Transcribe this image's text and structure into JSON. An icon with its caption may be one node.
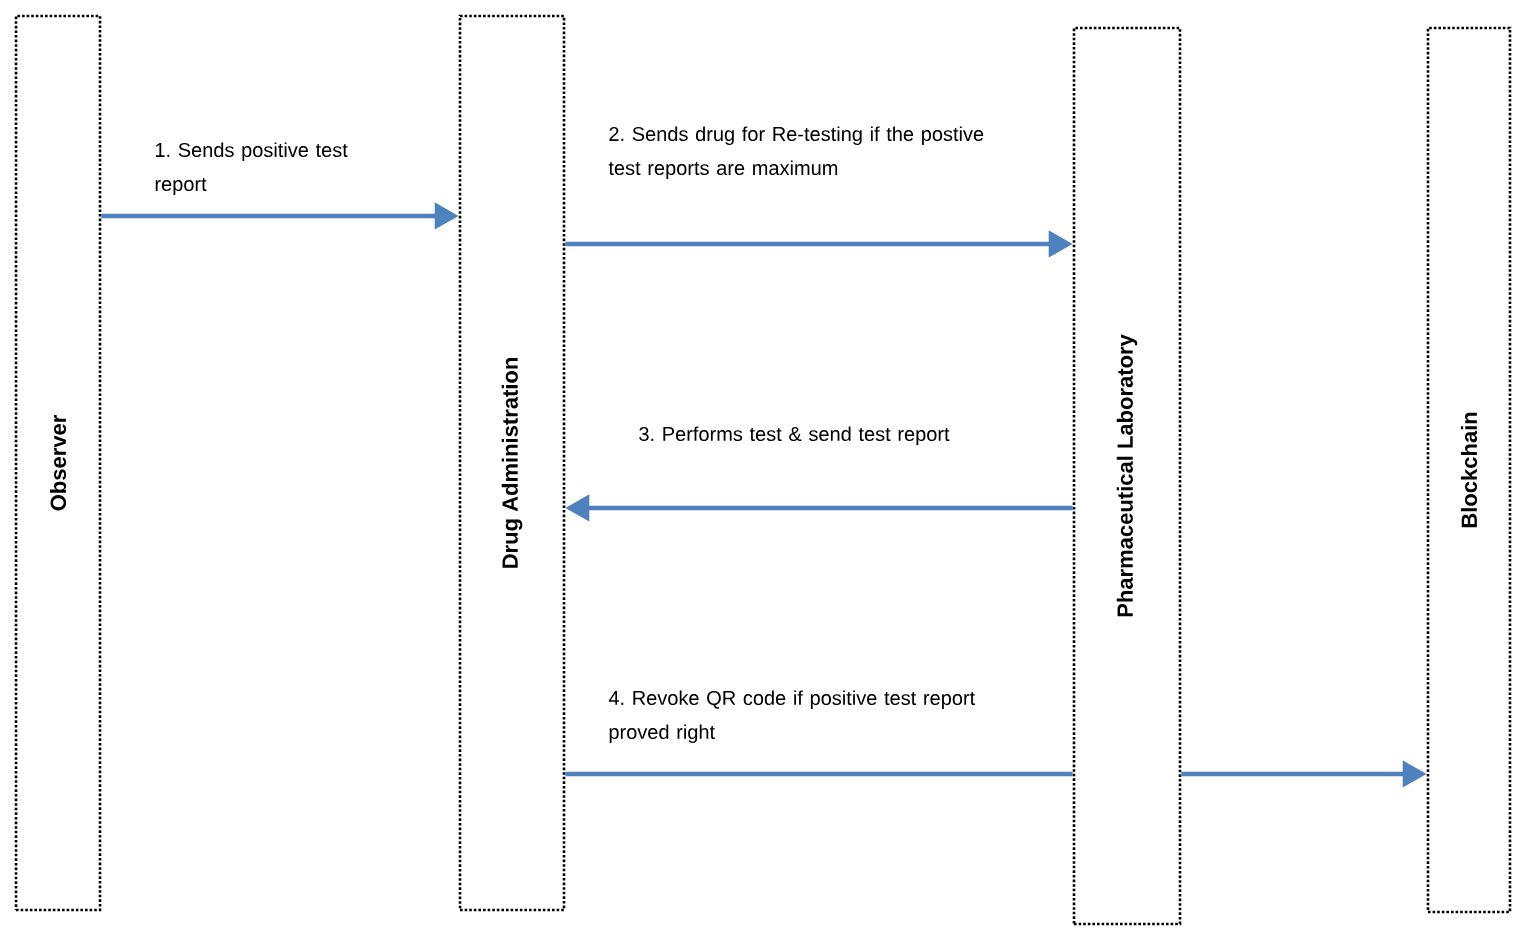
{
  "diagram": {
    "nodes": [
      {
        "text": [
          "Observer"
        ]
      },
      {
        "text": [
          "Drug Administration"
        ]
      },
      {
        "text": [
          "Pharmaceutical Laboratory"
        ]
      },
      {
        "text": [
          "Blockchain"
        ]
      }
    ],
    "edges": [
      {
        "from": 0,
        "to": 1,
        "arrow": "to",
        "label": "1. Sends positive test report"
      },
      {
        "from": 1,
        "to": 2,
        "arrow": "to",
        "label": "2. Sends drug for Re-testing if the postive test reports are maximum"
      },
      {
        "from": 2,
        "to": 1,
        "arrow": "to",
        "label": "3. Performs test & send test report"
      },
      {
        "from": 1,
        "to": 2,
        "arrow": "none",
        "label": "4. Revoke QR code if positive test report proved right"
      },
      {
        "from": 2,
        "to": 3,
        "arrow": "to"
      }
    ]
  }
}
